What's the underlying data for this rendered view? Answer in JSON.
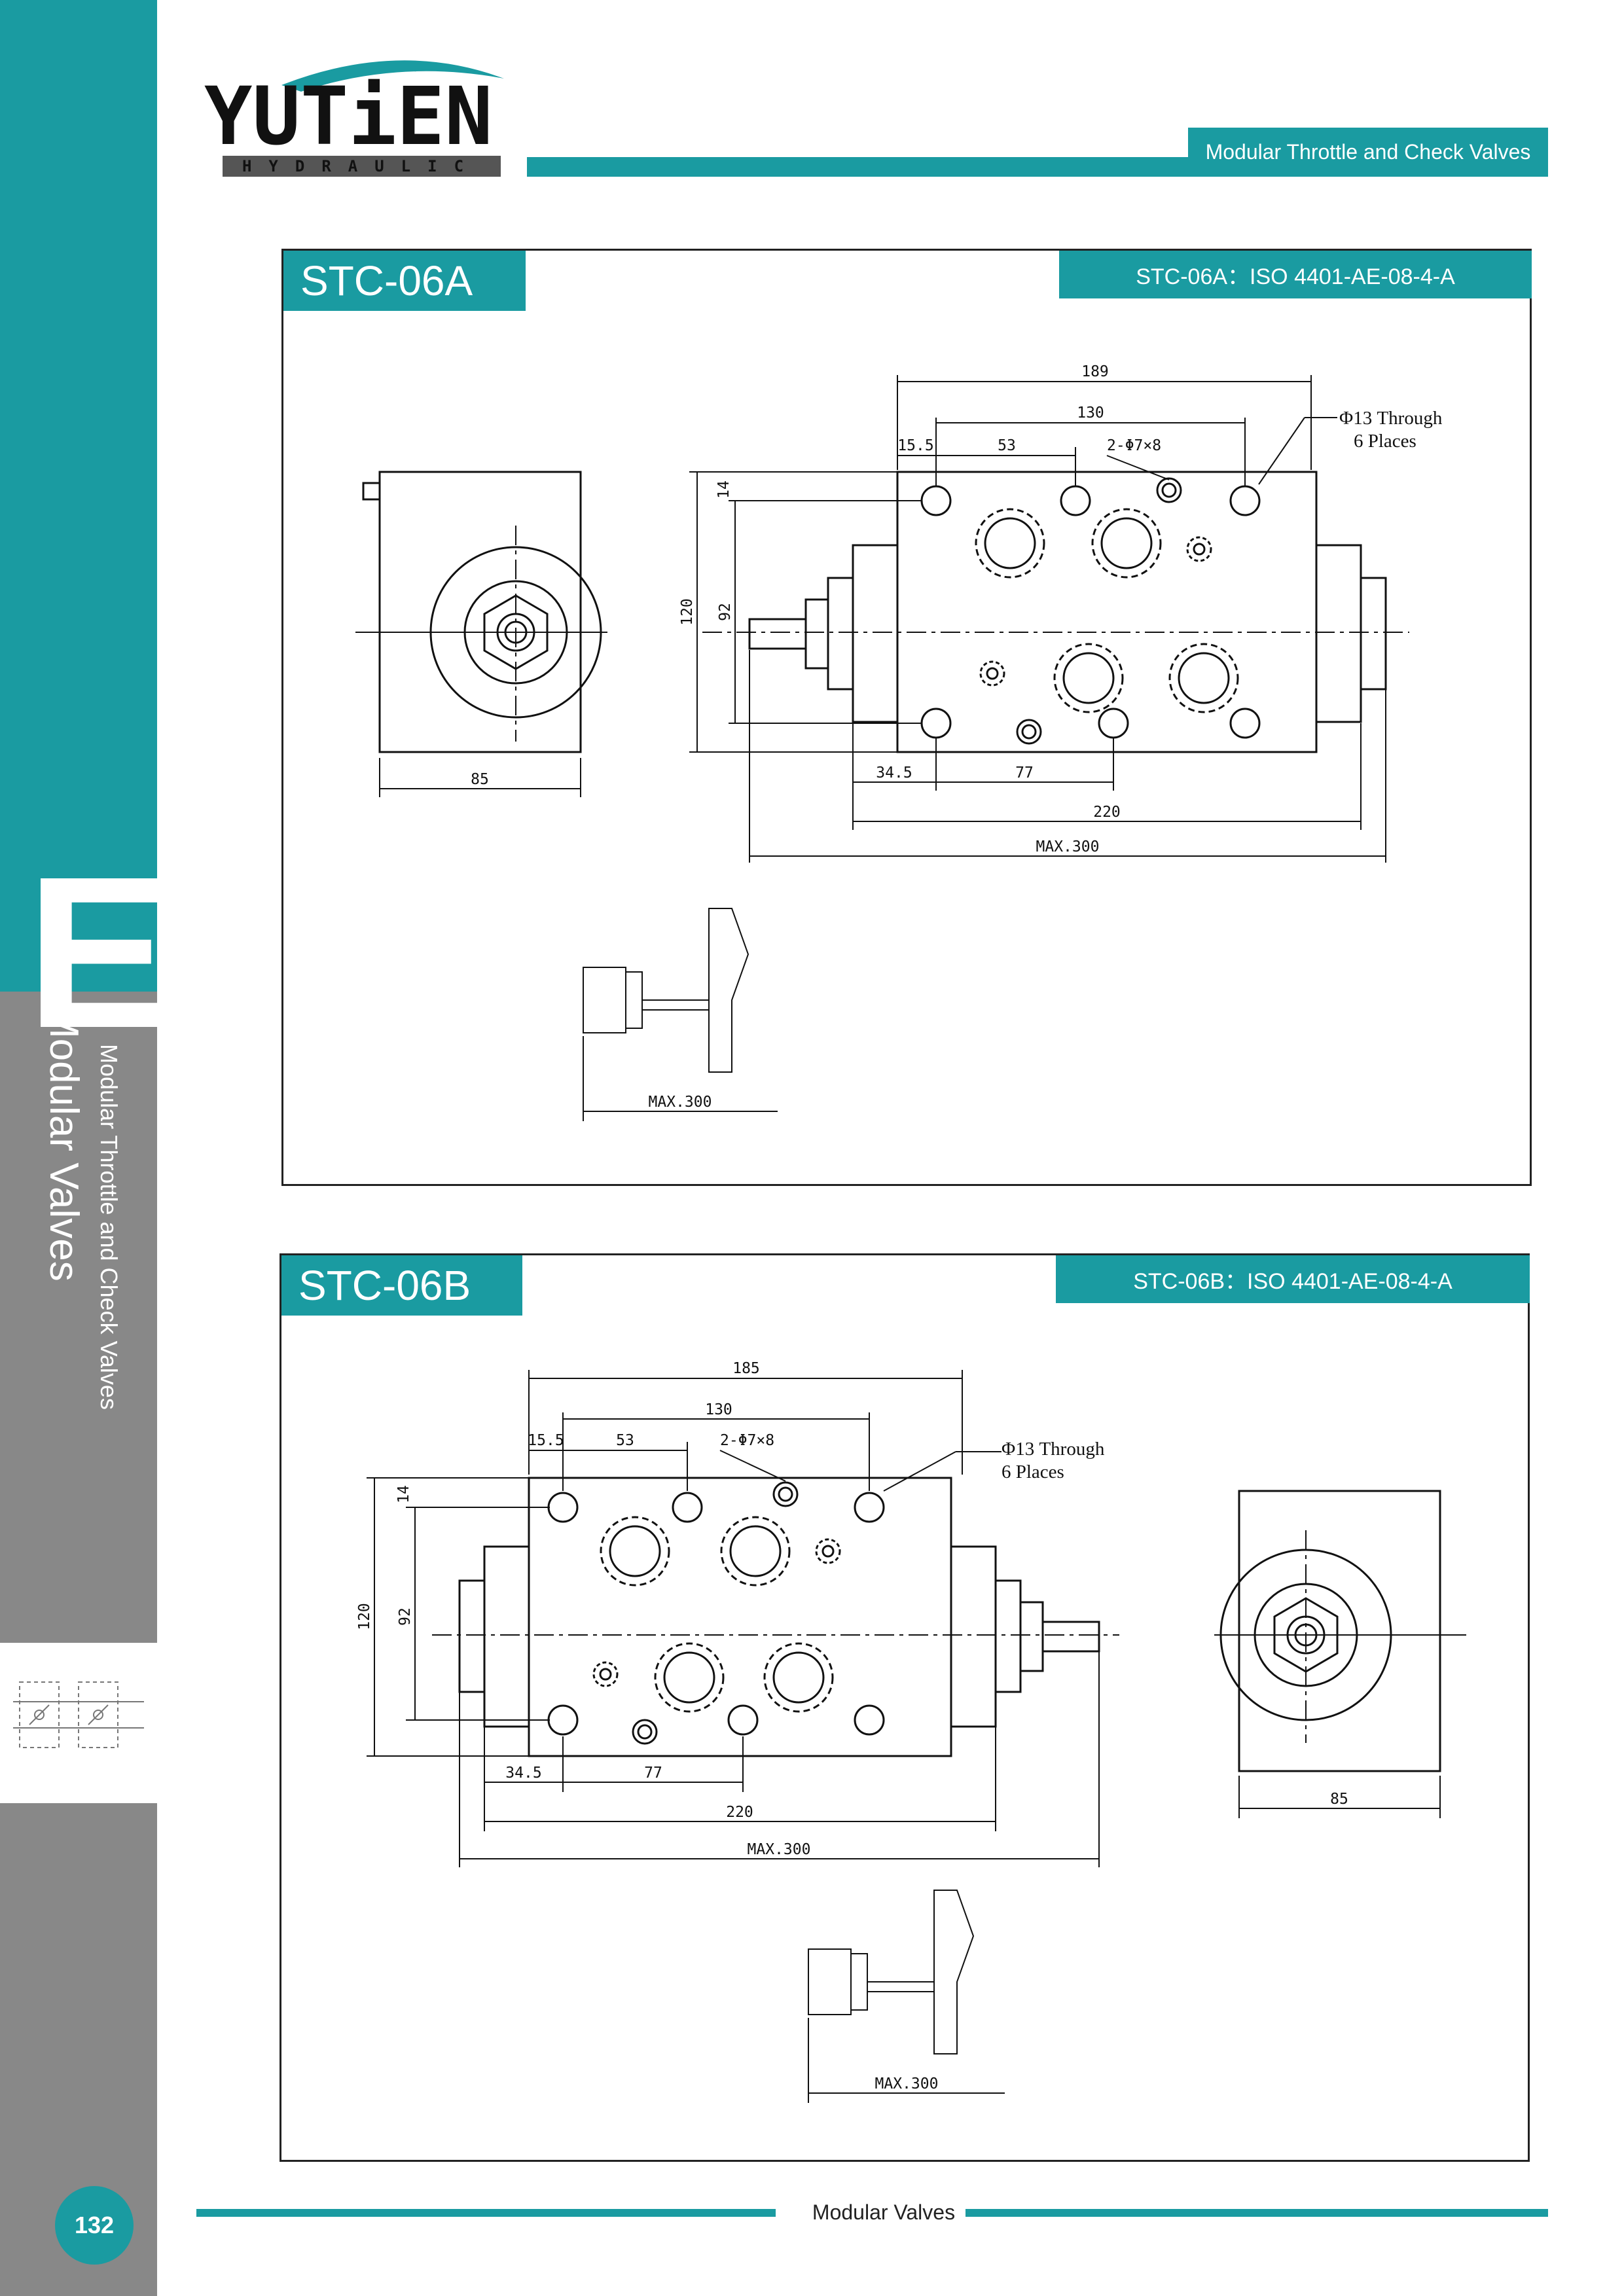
{
  "brand": {
    "name": "YUTiEN",
    "tagline": "HYDRAULIC"
  },
  "header": {
    "section_title": "Modular Throttle and Check Valves"
  },
  "sidebar": {
    "letter": "E",
    "main_label": "Modular Valves",
    "sub_label": "Modular Throttle and Check Valves"
  },
  "footer": {
    "page_number": "132",
    "label": "Modular Valves"
  },
  "colors": {
    "accent": "#1a9ba1",
    "gray": "#888888"
  },
  "panels": [
    {
      "model": "STC-06A",
      "iso": "STC-06A：ISO 4401-AE-08-4-A",
      "dims": {
        "d189": "189",
        "d130": "130",
        "d155": "15.5",
        "d53": "53",
        "holes": "2-Φ7×8",
        "through": "Φ13 Through",
        "places": "6 Places",
        "d14": "14",
        "d120": "120",
        "d92": "92",
        "d85": "85",
        "d345": "34.5",
        "d77": "77",
        "d220": "220",
        "max": "MAX.300",
        "max2": "MAX.300"
      }
    },
    {
      "model": "STC-06B",
      "iso": "STC-06B：ISO 4401-AE-08-4-A",
      "dims": {
        "d185": "185",
        "d130": "130",
        "d155": "15.5",
        "d53": "53",
        "holes": "2-Φ7×8",
        "through": "Φ13 Through",
        "places": "6 Places",
        "d14": "14",
        "d120": "120",
        "d92": "92",
        "d85": "85",
        "d345": "34.5",
        "d77": "77",
        "d220": "220",
        "max": "MAX.300",
        "max2": "MAX.300"
      }
    }
  ]
}
